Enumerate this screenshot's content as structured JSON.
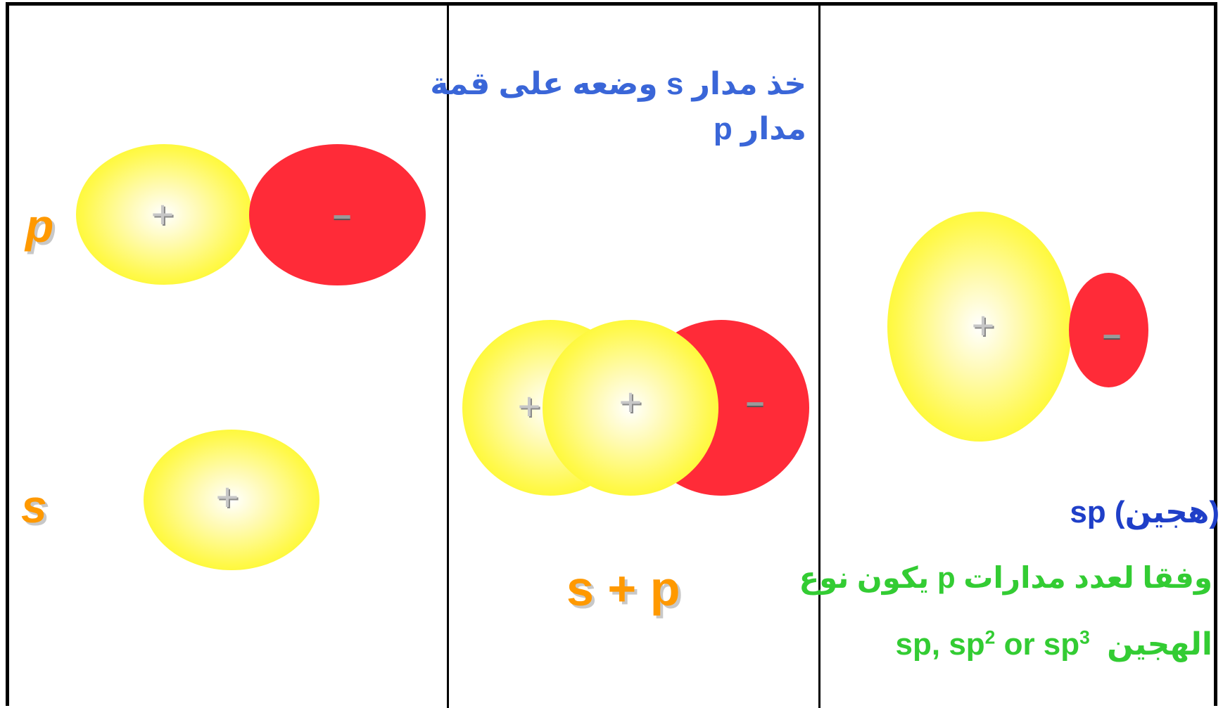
{
  "panels": {
    "left": {
      "p_label": "p",
      "s_label": "s"
    },
    "middle": {
      "instruction_line1": "خذ مدار s وضعه على قمة",
      "instruction_line2": "مدار p",
      "sum_label": "s + p"
    },
    "right": {
      "hybrid_label": "(هجين)  sp",
      "note_line1": "وفقا لعدد مدارات p  يكون نوع",
      "note_line2_ar": "الهجين",
      "note_line2_sp": "sp, sp",
      "note_line2_sup1": "2",
      "note_line2_or": " or sp",
      "note_line2_sup2": "3"
    }
  },
  "signs": {
    "plus": "+",
    "minus": "−"
  },
  "colors": {
    "lobe_positive": "#fff94a",
    "lobe_negative": "#ff2b38",
    "label_orange": "#ff9900",
    "text_blue": "#1f3fc8",
    "text_green": "#33cc33"
  }
}
